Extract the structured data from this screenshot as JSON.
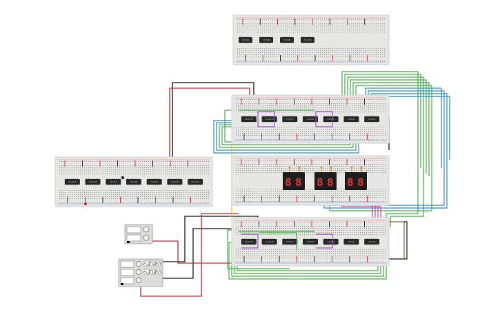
{
  "breadboards": [
    {
      "id": "top",
      "chips": [
        "74LS00",
        "74LS00",
        "74LS00",
        "74LS00"
      ]
    },
    {
      "id": "left",
      "chips": [
        "74LS175",
        "74LS175",
        "74LS76",
        "74LS08",
        "74LS08",
        "74LS157",
        "74LS157"
      ]
    },
    {
      "id": "upper-right",
      "chips": [
        "74LS175",
        "74LS175",
        "74LS76",
        "74LS76",
        "74LS76",
        "74LS47",
        "74LS47"
      ]
    },
    {
      "id": "middle-right",
      "chips": []
    },
    {
      "id": "lower-right",
      "chips": [
        "74LS175",
        "74LS175",
        "74LS76",
        "74LS76",
        "74LS76",
        "74LS47",
        "74LS47"
      ]
    }
  ],
  "displays": [
    {
      "digits": [
        "8",
        "8"
      ]
    },
    {
      "digits": [
        "8",
        "8"
      ]
    },
    {
      "digits": [
        "8",
        "8"
      ]
    }
  ],
  "instruments": [
    {
      "type": "power-supply",
      "screens": [
        "",
        ""
      ]
    },
    {
      "type": "function-generator",
      "screens": [
        "",
        "",
        ""
      ]
    }
  ],
  "colors": {
    "breadboard": "#e6e6e4",
    "chip": "#2a2a2a",
    "segment_on": "#d83a2e",
    "wire_red": "#d62728",
    "wire_black": "#1a1a1a",
    "wire_green": "#44b044",
    "wire_blue": "#2b8fd0",
    "wire_purple": "#9b4fc0",
    "wire_orange": "#e08a1e",
    "wire_yellow": "#e0c020",
    "wire_pink": "#e040a0",
    "wire_brown": "#9a5a2a"
  }
}
